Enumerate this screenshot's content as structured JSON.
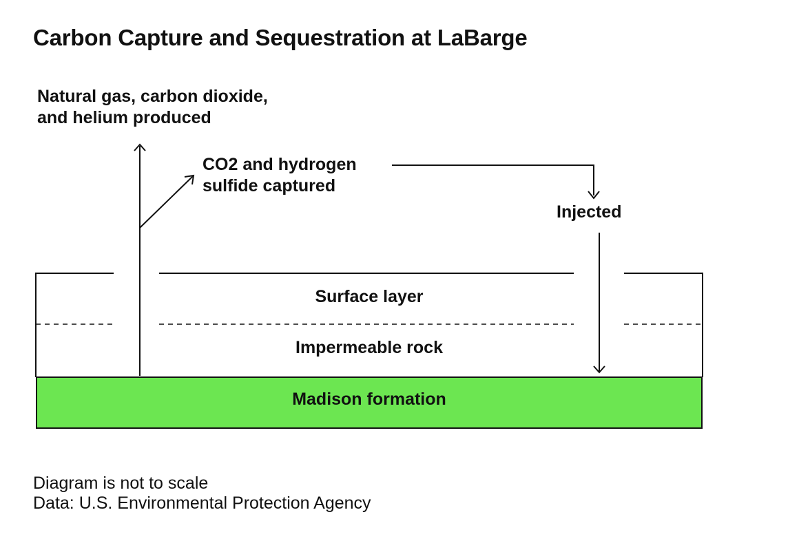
{
  "title": "Carbon Capture and Sequestration at LaBarge",
  "labels": {
    "produced": [
      "Natural gas, carbon dioxide,",
      "and helium produced"
    ],
    "captured": [
      "CO2 and hydrogen",
      "sulfide captured"
    ],
    "injected": "Injected"
  },
  "layers": {
    "surface": "Surface layer",
    "impermeable": "Impermeable rock",
    "formation": "Madison formation"
  },
  "footer": {
    "note": "Diagram is not to scale",
    "source": "Data: U.S. Environmental Protection Agency"
  },
  "colors": {
    "formation_fill": "#6ce651",
    "line": "#111111",
    "background": "#ffffff"
  }
}
